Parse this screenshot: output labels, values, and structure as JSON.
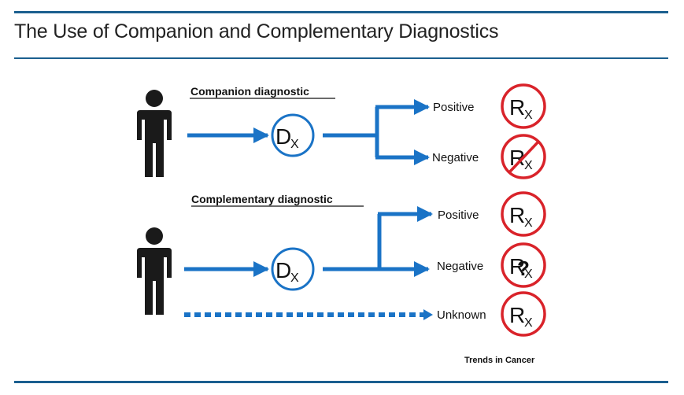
{
  "header": {
    "title": "The Use of Companion and Complementary Diagnostics"
  },
  "companion": {
    "label": "Companion diagnostic",
    "test": {
      "main": "D",
      "sub": "X"
    },
    "outcomes": [
      {
        "label": "Positive",
        "rx_main": "R",
        "rx_sub": "X",
        "mark": "none"
      },
      {
        "label": "Negative",
        "rx_main": "R",
        "rx_sub": "X",
        "mark": "slash"
      }
    ]
  },
  "complementary": {
    "label": "Complementary diagnostic",
    "test": {
      "main": "D",
      "sub": "X"
    },
    "outcomes": [
      {
        "label": "Positive",
        "rx_main": "R",
        "rx_sub": "X",
        "mark": "none"
      },
      {
        "label": "Negative",
        "rx_main": "R",
        "rx_sub": "X",
        "mark": "question",
        "mark_text": "?"
      },
      {
        "label": "Unknown",
        "rx_main": "R",
        "rx_sub": "X",
        "mark": "none"
      }
    ]
  },
  "footer": {
    "credit": "Trends in Cancer"
  },
  "colors": {
    "rule": "#1b5f8f",
    "arrow": "#1a73c6",
    "rx_circle": "#d9232a",
    "person": "#1a1a1a"
  },
  "icons": [
    "person-icon",
    "dx-circle-icon",
    "rx-circle-icon"
  ]
}
